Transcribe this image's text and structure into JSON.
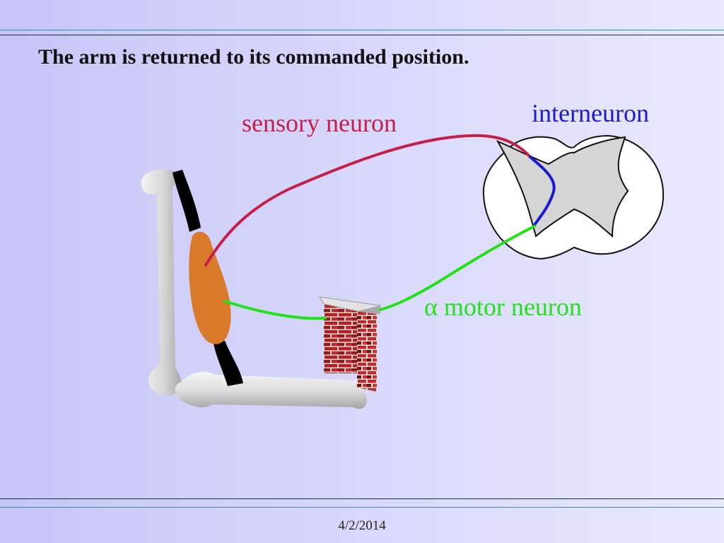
{
  "slide": {
    "title": "The arm is returned to its commanded position.",
    "footer_date": "4/2/2014"
  },
  "labels": {
    "sensory_neuron": "sensory neuron",
    "interneuron": "interneuron",
    "motor_neuron": "α motor neuron"
  },
  "colors": {
    "sensory_neuron": "#c41f46",
    "interneuron": "#1a1ad2",
    "motor_neuron": "#22e01a",
    "muscle": "#d97a2b",
    "tendon": "#000000",
    "brick": "#b52020",
    "spinal_grey_matter": "#d5d5d5"
  }
}
